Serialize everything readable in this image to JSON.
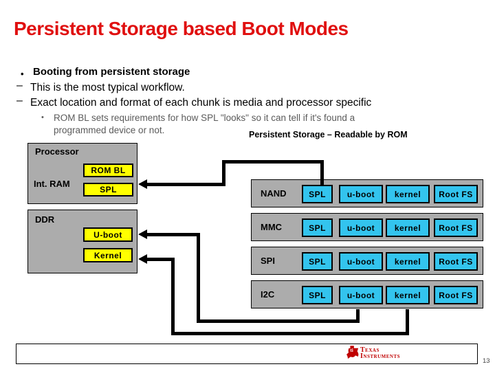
{
  "slide": {
    "title": "Persistent Storage based Boot Modes"
  },
  "bullets": {
    "b1": {
      "marker": "•",
      "text": "Booting from persistent storage"
    },
    "b2": {
      "marker": "–",
      "text": "This is the most typical workflow."
    },
    "b3": {
      "marker": "–",
      "text": "Exact location and format of each chunk is media and processor specific"
    },
    "b4": {
      "marker": "•",
      "line1": "ROM BL sets requirements for how SPL \"looks\" so it can tell if it's found a",
      "line2": "programmed device or not."
    }
  },
  "storage_label": "Persistent Storage – Readable by ROM",
  "diagram": {
    "processor": {
      "label": "Processor",
      "ram_label": "Int. RAM",
      "rom_bl": "ROM BL",
      "spl": "SPL"
    },
    "ddr": {
      "label": "DDR",
      "uboot": "U-boot",
      "kernel": "Kernel"
    },
    "rows": [
      {
        "name": "NAND",
        "chunks": [
          "SPL",
          "u-boot",
          "kernel",
          "Root FS"
        ]
      },
      {
        "name": "MMC",
        "chunks": [
          "SPL",
          "u-boot",
          "kernel",
          "Root FS"
        ]
      },
      {
        "name": "SPI",
        "chunks": [
          "SPL",
          "u-boot",
          "kernel",
          "Root FS"
        ]
      },
      {
        "name": "I2C",
        "chunks": [
          "SPL",
          "u-boot",
          "kernel",
          "Root FS"
        ]
      }
    ]
  },
  "footer": {
    "brand_top": "Texas",
    "brand_bottom": "Instruments",
    "page": "13"
  },
  "colors": {
    "title_red": "#e01010",
    "box_gray": "#acacac",
    "chunk_yellow": "#ffff00",
    "chunk_cyan": "#33c4ee",
    "ti_red": "#c00000",
    "line_black": "#000000"
  }
}
